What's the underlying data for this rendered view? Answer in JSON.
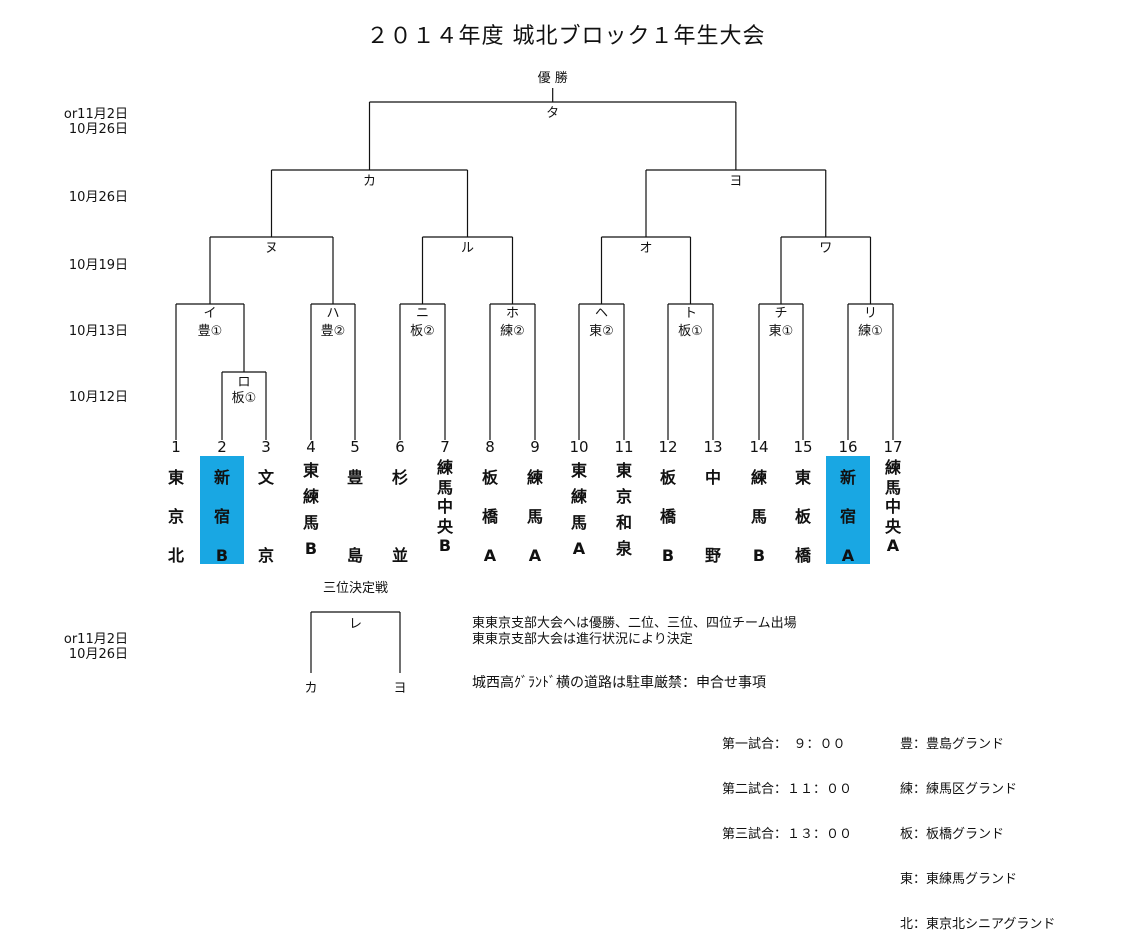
{
  "title": "２０１４年度 城北ブロック１年生大会",
  "dates": {
    "final": [
      "or11月2日",
      "10月26日"
    ],
    "semi": "10月26日",
    "quarter": "10月19日",
    "round2": "10月13日",
    "round1": "10月12日",
    "third": [
      "or11月2日",
      "10月26日"
    ]
  },
  "bracket": {
    "champion": "優 勝",
    "final": "タ",
    "semis": [
      "カ",
      "ヨ"
    ],
    "quarters": [
      "ヌ",
      "ル",
      "オ",
      "ワ"
    ],
    "round2": [
      {
        "code": "イ",
        "venue": "豊①"
      },
      {
        "code": "ハ",
        "venue": "豊②"
      },
      {
        "code": "ニ",
        "venue": "板②"
      },
      {
        "code": "ホ",
        "venue": "練②"
      },
      {
        "code": "ヘ",
        "venue": "東②"
      },
      {
        "code": "ト",
        "venue": "板①"
      },
      {
        "code": "チ",
        "venue": "東①"
      },
      {
        "code": "リ",
        "venue": "練①"
      }
    ],
    "round1": {
      "code": "ロ",
      "venue": "板①"
    }
  },
  "teams": [
    {
      "num": "1",
      "chars": [
        "東",
        "京",
        "北"
      ],
      "highlight": false
    },
    {
      "num": "2",
      "chars": [
        "新",
        "宿",
        "B"
      ],
      "highlight": true
    },
    {
      "num": "3",
      "chars": [
        "文",
        "",
        "京"
      ],
      "highlight": false
    },
    {
      "num": "4",
      "chars": [
        "東",
        "練",
        "馬",
        "B"
      ],
      "highlight": false
    },
    {
      "num": "5",
      "chars": [
        "豊",
        "",
        "島"
      ],
      "highlight": false
    },
    {
      "num": "6",
      "chars": [
        "杉",
        "",
        "並"
      ],
      "highlight": false
    },
    {
      "num": "7",
      "chars": [
        "練",
        "馬",
        "中",
        "央",
        "B"
      ],
      "highlight": false
    },
    {
      "num": "8",
      "chars": [
        "板",
        "橋",
        "A"
      ],
      "highlight": false
    },
    {
      "num": "9",
      "chars": [
        "練",
        "馬",
        "A"
      ],
      "highlight": false
    },
    {
      "num": "10",
      "chars": [
        "東",
        "練",
        "馬",
        "A"
      ],
      "highlight": false
    },
    {
      "num": "11",
      "chars": [
        "東",
        "京",
        "和",
        "泉"
      ],
      "highlight": false
    },
    {
      "num": "12",
      "chars": [
        "板",
        "橋",
        "B"
      ],
      "highlight": false
    },
    {
      "num": "13",
      "chars": [
        "中",
        "",
        "野"
      ],
      "highlight": false
    },
    {
      "num": "14",
      "chars": [
        "練",
        "馬",
        "B"
      ],
      "highlight": false
    },
    {
      "num": "15",
      "chars": [
        "東",
        "板",
        "橋"
      ],
      "highlight": false
    },
    {
      "num": "16",
      "chars": [
        "新",
        "宿",
        "A"
      ],
      "highlight": true
    },
    {
      "num": "17",
      "chars": [
        "練",
        "馬",
        "中",
        "央",
        "A"
      ],
      "highlight": false
    }
  ],
  "third_place": {
    "title": "三位決定戦",
    "code": "レ",
    "left": "カ",
    "right": "ヨ"
  },
  "notes": [
    "東東京支部大会へは優勝、二位、三位、四位チーム出場",
    "東東京支部大会は進行状況により決定",
    "城西高ｸﾞﾗﾝﾄﾞ横の道路は駐車厳禁：申合せ事項"
  ],
  "schedule": [
    "第一試合：　９：００",
    "第二試合：１１：００",
    "第三試合：１３：００"
  ],
  "venues": [
    "豊：豊島グランド",
    "練：練馬区グランド",
    "板：板橋グランド",
    "東：東練馬グランド",
    "北：東京北シニアグランド"
  ],
  "colors": {
    "highlight": "#19a7e3",
    "line": "#111111"
  }
}
